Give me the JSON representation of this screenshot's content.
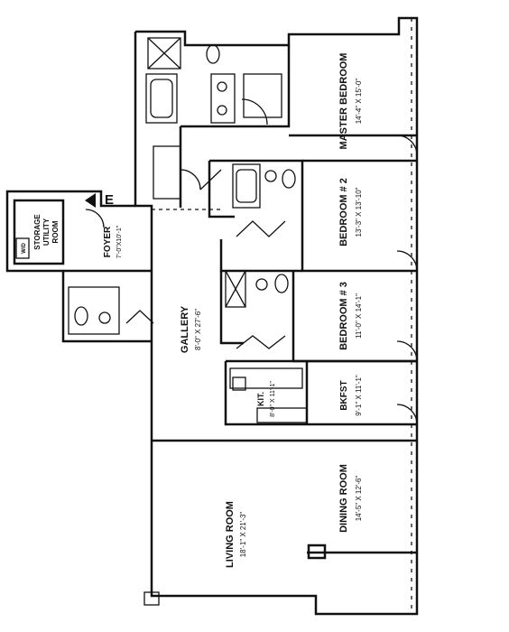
{
  "rooms": {
    "master_bedroom": {
      "name": "MASTER BEDROOM",
      "dims": "14'-4\" X 15'-0\""
    },
    "bedroom2": {
      "name": "BEDROOM # 2",
      "dims": "13'-3\" X 13'-10\""
    },
    "bedroom3": {
      "name": "BEDROOM # 3",
      "dims": "11'-0\" X 14'-1\""
    },
    "bkfst": {
      "name": "BKFST",
      "dims": "9'-1\" X 11'-1\""
    },
    "dining": {
      "name": "DINING ROOM",
      "dims": "14'-5\" X 12'-6\""
    },
    "living": {
      "name": "LIVING ROOM",
      "dims": "18'-1\" X 21'-3\""
    },
    "gallery": {
      "name": "GALLERY",
      "dims": "8'-0\" X 27'-6\""
    },
    "kit": {
      "name": "KIT.",
      "dims": "8'-0\" X 11'-1\""
    },
    "foyer": {
      "name": "FOYER",
      "dims": "7'-0\"X10'-1\""
    },
    "storage": {
      "name_line1": "STORAGE",
      "name_line2": "UTILITY",
      "name_line3": "ROOM"
    },
    "wd": {
      "name": "W/D"
    }
  },
  "entry": {
    "label": "E"
  },
  "colors": {
    "line": "#111111",
    "paper": "#ffffff"
  }
}
